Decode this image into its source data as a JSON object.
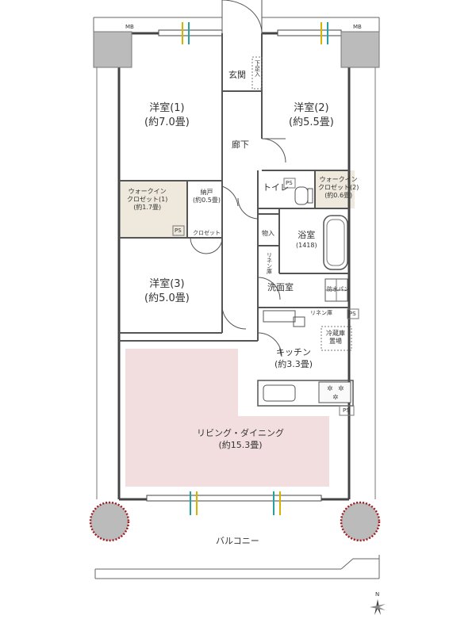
{
  "rooms": {
    "entrance": "玄関",
    "shoe_closet": "下足入",
    "bedroom1": {
      "name": "洋室(1)",
      "size": "(約7.0畳)"
    },
    "bedroom2": {
      "name": "洋室(2)",
      "size": "(約5.5畳)"
    },
    "bedroom3": {
      "name": "洋室(3)",
      "size": "(約5.0畳)"
    },
    "hallway": "廊下",
    "toilet": "トイレ",
    "walkin1": {
      "name1": "ウォークイン",
      "name2": "クロゼット(1)",
      "size": "(約1.7畳)"
    },
    "walkin2": {
      "name1": "ウォークイン",
      "name2": "クロゼット(2)",
      "size": "(約0.6畳)"
    },
    "storage": {
      "name": "納戸",
      "size": "(約0.5畳)"
    },
    "closet": "クロゼット",
    "storeroom": "物入",
    "linen1": "リネン庫",
    "linen2": "リネン庫",
    "bathroom": {
      "name": "浴室",
      "size": "(1418)"
    },
    "washroom": "洗面室",
    "waterproof_pan": "防水パン",
    "fridge": {
      "line1": "冷蔵庫",
      "line2": "置場"
    },
    "kitchen": {
      "name": "キッチン",
      "size": "(約3.3畳)"
    },
    "ldk": {
      "name": "リビング・ダイニング",
      "size": "(約15.3畳)"
    },
    "balcony": "バルコニー"
  },
  "labels": {
    "mb_left": "MB",
    "mb_right": "MB",
    "ps1": "PS",
    "ps2": "PS",
    "ps3": "PS",
    "ps4": "PS",
    "north": "N"
  },
  "colors": {
    "ldk_fill": "#f2dede",
    "closet_fill": "#eee9dc",
    "wall": "#444444",
    "column": "#bbbbbb",
    "dotted": "#a01c22"
  }
}
